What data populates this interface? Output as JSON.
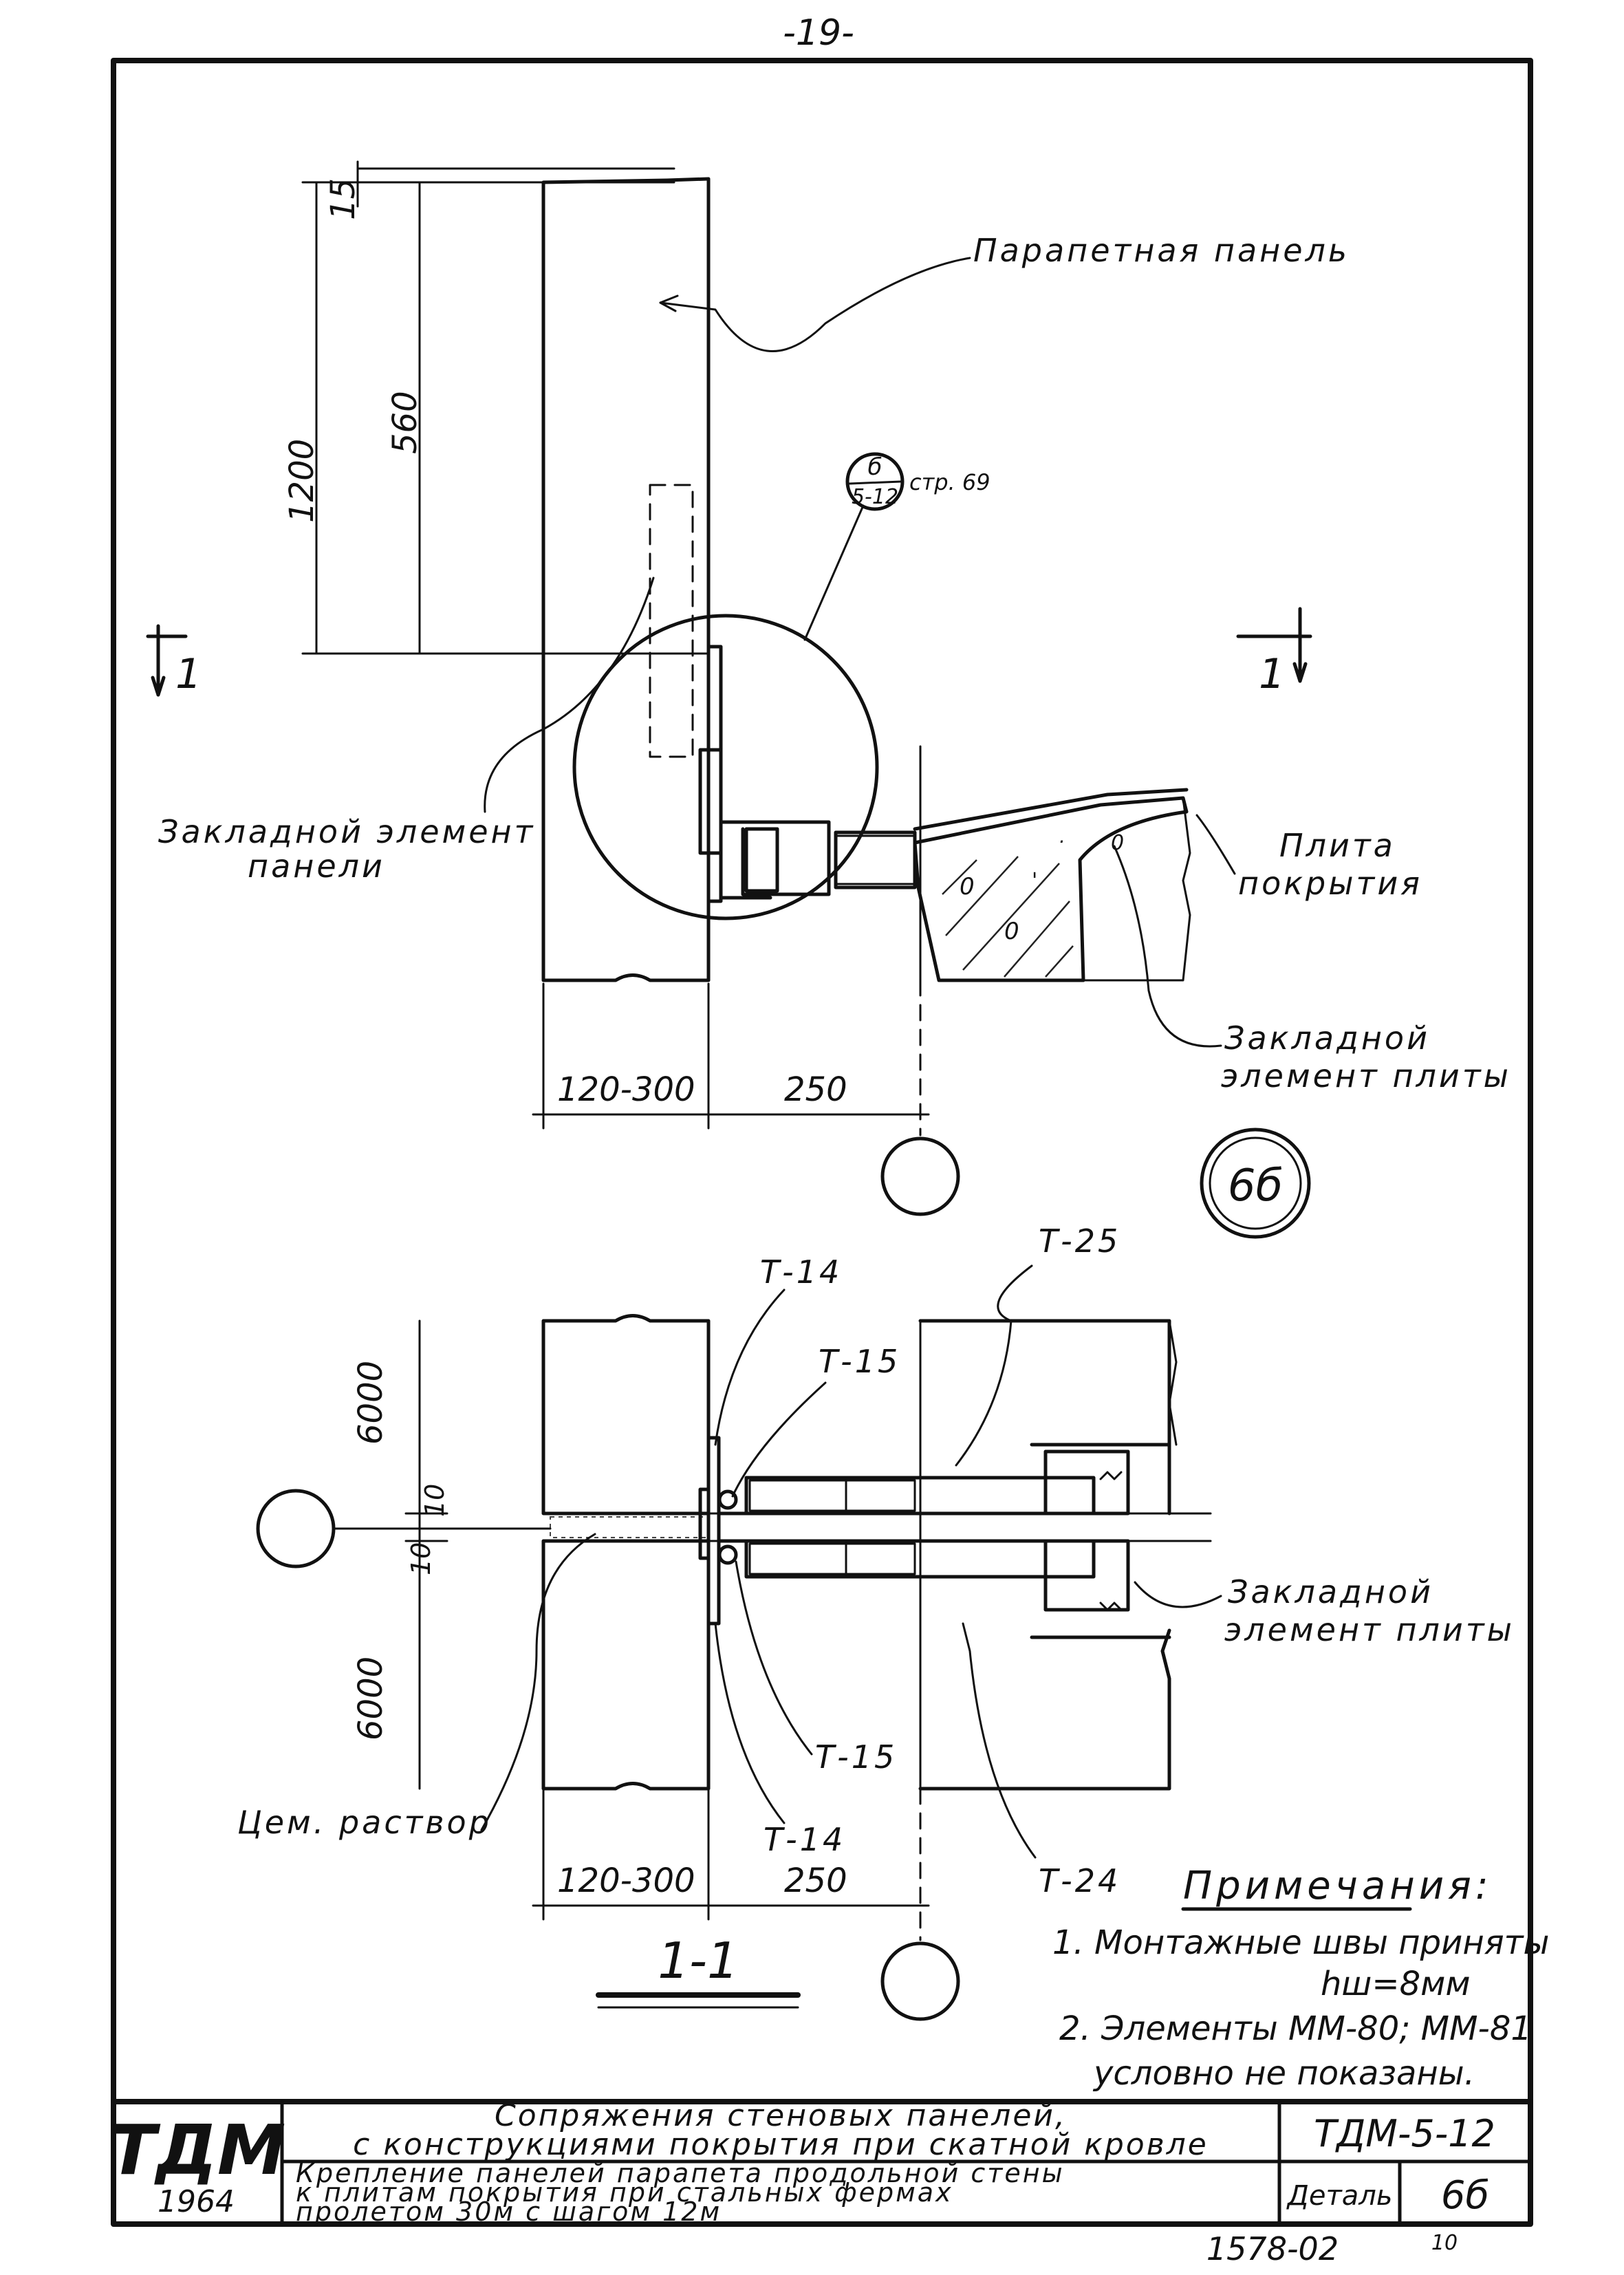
{
  "page_number": "-19-",
  "labels": {
    "parapet_panel": "Парапетная панель",
    "panel_embedded": [
      "Закладной элемент",
      "панели"
    ],
    "roof_slab": [
      "Плита",
      "покрытия"
    ],
    "slab_embedded_top": [
      "Закладной",
      "элемент плиты"
    ],
    "slab_embedded_bottom": [
      "Закладной",
      "элемент плиты"
    ],
    "mortar": "Цем. раствор",
    "callout_top": "б",
    "callout_bottom": "5-12",
    "callout_page": "стр. 69",
    "section_mark": "1",
    "section_title": "1-1",
    "detail_mark": "6б",
    "t14a": "Т-14",
    "t15a": "Т-15",
    "t25": "Т-25",
    "t15b": "Т-15",
    "t14b": "Т-14",
    "t24": "Т-24"
  },
  "dimensions": {
    "d15": "15",
    "d560": "560",
    "d1200": "1200",
    "d120_300_top": "120-300",
    "d250_top": "250",
    "d6000_top": "6000",
    "d10_top": "10",
    "d10_bottom": "10",
    "d6000_bottom": "6000",
    "d120_300_bottom": "120-300",
    "d250_bottom": "250"
  },
  "notes": {
    "title": "Примечания:",
    "items": [
      "1. Монтажные швы приняты",
      "hш=8мм",
      "2. Элементы ММ-80; ММ-81",
      "условно не показаны."
    ]
  },
  "title_block": {
    "logo": "ТДМ",
    "year": "1964",
    "title_line1": "Сопряжения стеновых панелей,",
    "title_line2": "с конструкциями покрытия при скатной кровле",
    "desc_line1": "Крепление панелей парапета продольной стены",
    "desc_line2": "к плитам покрытия при стальных фермах",
    "desc_line3": "пролетом 30м с шагом 12м",
    "series": "ТДМ-5-12",
    "detail_label": "Деталь",
    "detail_value": "6б"
  },
  "footer": {
    "sheet_code": "1578-02",
    "sheet_no": "10"
  }
}
